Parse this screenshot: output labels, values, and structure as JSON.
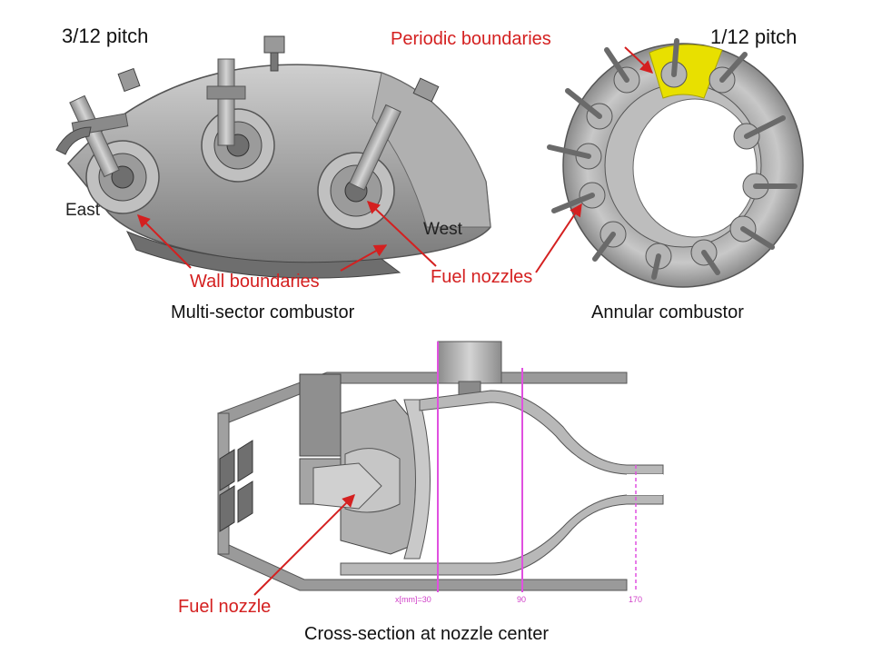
{
  "labels": {
    "pitch_sector": "3/12 pitch",
    "pitch_annular": "1/12 pitch",
    "east": "East",
    "west": "West",
    "wall_boundaries": "Wall boundaries",
    "fuel_nozzles": "Fuel nozzles",
    "periodic_boundaries": "Periodic boundaries",
    "fuel_nozzle": "Fuel nozzle"
  },
  "captions": {
    "multi_sector": "Multi-sector combustor",
    "annular": "Annular combustor",
    "cross_section": "Cross-section at nozzle center"
  },
  "axis_markers": {
    "x30": "x[mm]=30",
    "x90": "90",
    "x170": "170"
  },
  "colors": {
    "annotation": "#d42020",
    "marker_line": "#e050e0",
    "highlight": "#e8e000",
    "metal": "#a8a8a8"
  }
}
